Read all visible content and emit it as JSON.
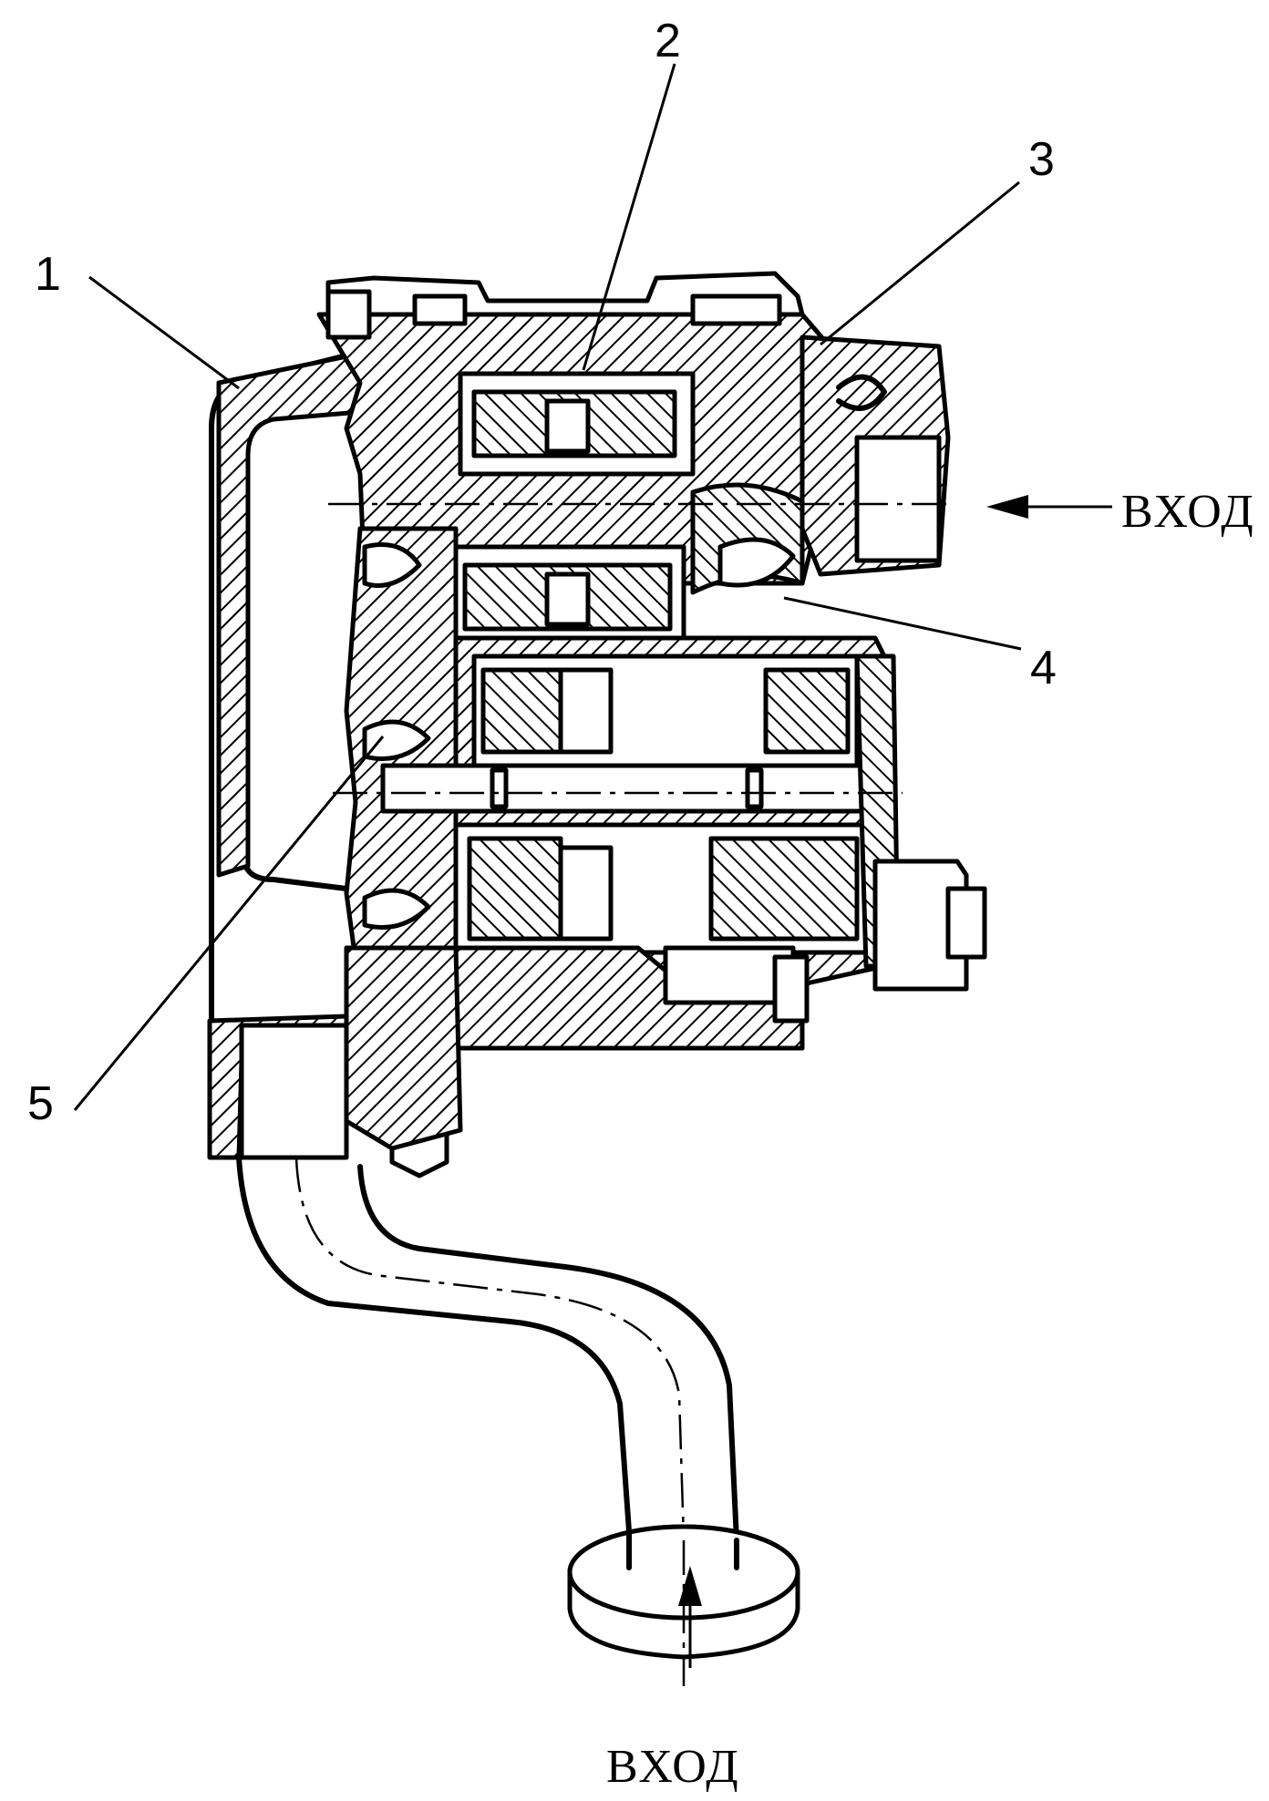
{
  "labels": {
    "part_1": "1",
    "part_2": "2",
    "part_3": "3",
    "part_4": "4",
    "part_5": "5",
    "inlet_side": "ВХОД",
    "inlet_bottom": "ВХОД"
  }
}
